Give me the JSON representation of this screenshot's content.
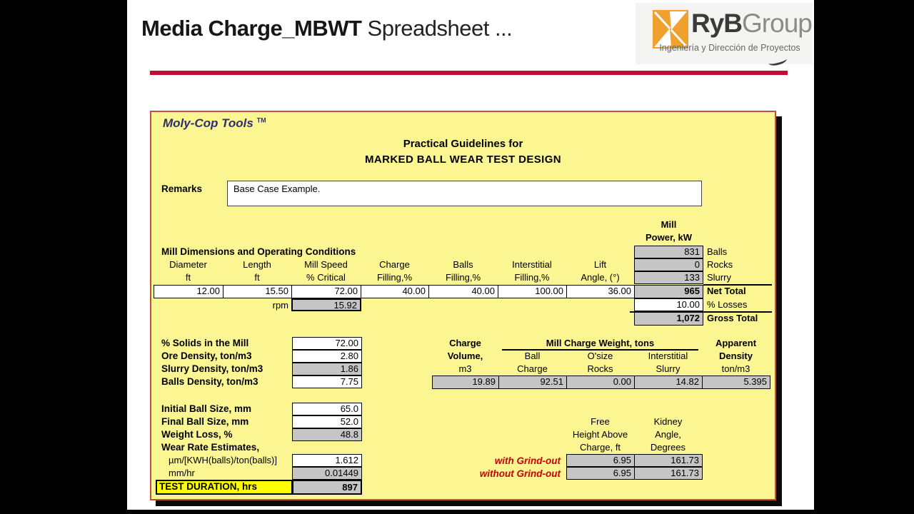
{
  "frame": {
    "title_bold": "Media Charge_MBWT",
    "title_rest": " Spreadsheet  ...",
    "logo": {
      "ryb": "RyB",
      "group": "Group",
      "tagline": "Ingeniería y Dirección de Proyectos"
    }
  },
  "sheet": {
    "brand": "Moly-Cop Tools ",
    "brand_tm": "TM",
    "heading_line1": "Practical Guidelines for",
    "heading_line2": "MARKED BALL WEAR TEST DESIGN",
    "remarks": {
      "label": "Remarks",
      "value": "Base Case Example."
    },
    "mill_power": {
      "header1": "Mill",
      "header2": "Power, kW",
      "rows": [
        {
          "value": "831",
          "label": "Balls"
        },
        {
          "value": "0",
          "label": "Rocks"
        },
        {
          "value": "133",
          "label": "Slurry"
        },
        {
          "value": "965",
          "label": "Net Total"
        },
        {
          "value": "10.00",
          "label": "% Losses"
        },
        {
          "value": "1,072",
          "label": "Gross Total"
        }
      ]
    },
    "dims": {
      "title": "Mill Dimensions and Operating Conditions",
      "columns": [
        {
          "l1": "Diameter",
          "l2": "ft"
        },
        {
          "l1": "Length",
          "l2": "ft"
        },
        {
          "l1": "Mill Speed",
          "l2": "% Critical"
        },
        {
          "l1": "Charge",
          "l2": "Filling,%"
        },
        {
          "l1": "Balls",
          "l2": "Filling,%"
        },
        {
          "l1": "Interstitial",
          "l2": "Filling,%"
        },
        {
          "l1": "Lift",
          "l2": "Angle, (°)"
        }
      ],
      "values": [
        "12.00",
        "15.50",
        "72.00",
        "40.00",
        "40.00",
        "100.00",
        "36.00"
      ],
      "rpm_label": "rpm",
      "rpm_value": "15.92"
    },
    "props": {
      "rows": [
        {
          "label": "% Solids in the Mill",
          "value": "72.00"
        },
        {
          "label": "Ore Density, ton/m3",
          "value": "2.80"
        },
        {
          "label": "Slurry Density, ton/m3",
          "value": "1.86"
        },
        {
          "label": "Balls Density, ton/m3",
          "value": "7.75"
        }
      ]
    },
    "charge": {
      "col_charge": [
        "Charge",
        "Volume,",
        "m3"
      ],
      "group_title": "Mill Charge Weight, tons",
      "subcols": [
        {
          "l1": "Ball",
          "l2": "Charge"
        },
        {
          "l1": "O'size",
          "l2": "Rocks"
        },
        {
          "l1": "Interstitial",
          "l2": "Slurry"
        }
      ],
      "col_apparent": [
        "Apparent",
        "Density",
        "ton/m3"
      ],
      "values": [
        "19.89",
        "92.51",
        "0.00",
        "14.82",
        "5.395"
      ]
    },
    "wear": {
      "rows": [
        {
          "label": "Initial Ball Size, mm",
          "value": "65.0"
        },
        {
          "label": "Final Ball Size, mm",
          "value": "52.0"
        },
        {
          "label": "Weight Loss, %",
          "value": "48.8"
        }
      ],
      "estimates_label": "Wear Rate Estimates,",
      "um_label": "µm/[KWH(balls)/ton(balls)]",
      "um_value": "1.612",
      "mmhr_label": "mm/hr",
      "mmhr_value": "0.01449",
      "test_label": "TEST DURATION, hrs",
      "test_value": "897"
    },
    "grind": {
      "col_free": [
        "Free",
        "Height Above",
        "Charge, ft"
      ],
      "col_kidney": [
        "Kidney",
        "Angle,",
        "Degrees"
      ],
      "rows": [
        {
          "label": "with Grind-out",
          "free": "6.95",
          "kidney": "161.73"
        },
        {
          "label": "without Grind-out",
          "free": "6.95",
          "kidney": "161.73"
        }
      ]
    }
  },
  "colors": {
    "accent_red": "#BF0D33",
    "sheet_bg": "#FBF592",
    "sheet_border": "#C05040",
    "cell_gray": "#C5C5C5",
    "highlight_yellow": "#FFFF00",
    "marker_red": "#D80000",
    "grind_red": "#CC0000",
    "logo_orange": "#EFA02F"
  }
}
